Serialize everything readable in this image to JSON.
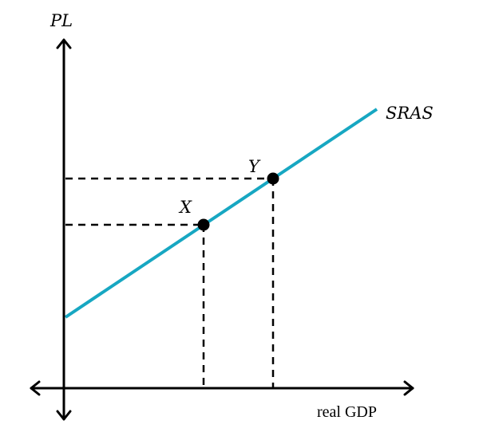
{
  "diagram": {
    "y_axis_label": "PL",
    "x_axis_label": "real GDP",
    "curve_label": "SRAS",
    "points": {
      "x_label": "X",
      "y_label": "Y"
    },
    "curve_color": "#17a7c2",
    "axis_color": "#000000"
  }
}
